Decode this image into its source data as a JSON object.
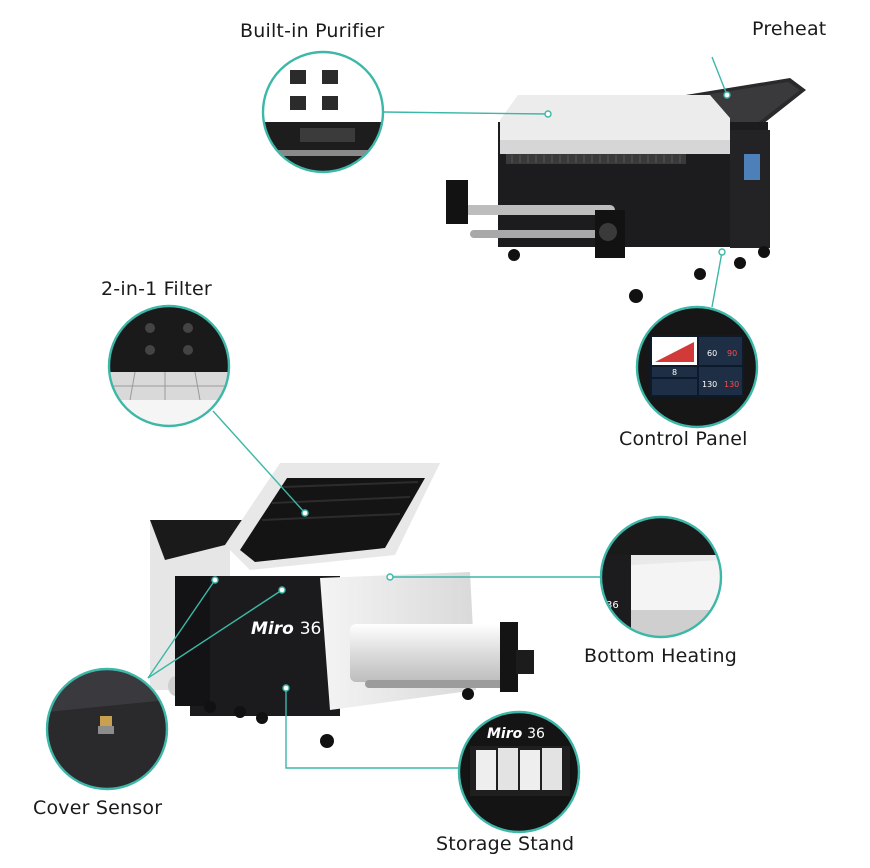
{
  "labels": {
    "built_in_purifier": "Built-in Purifier",
    "preheat": "Preheat",
    "two_in_one_filter": "2-in-1 Filter",
    "control_panel": "Control Panel",
    "bottom_heating": "Bottom Heating",
    "cover_sensor": "Cover Sensor",
    "storage_stand": "Storage Stand"
  },
  "machine_brand": {
    "name": "Miro",
    "model": "36"
  },
  "control_panel_screen": {
    "top_value_1": "60",
    "top_value_2": "90",
    "bottom_value_1": "130",
    "bottom_value_2": "130",
    "speed": "8"
  },
  "colors": {
    "accent_teal": "#3cb7a8",
    "machine_black": "#1b1b1d",
    "machine_white": "#ececec"
  }
}
